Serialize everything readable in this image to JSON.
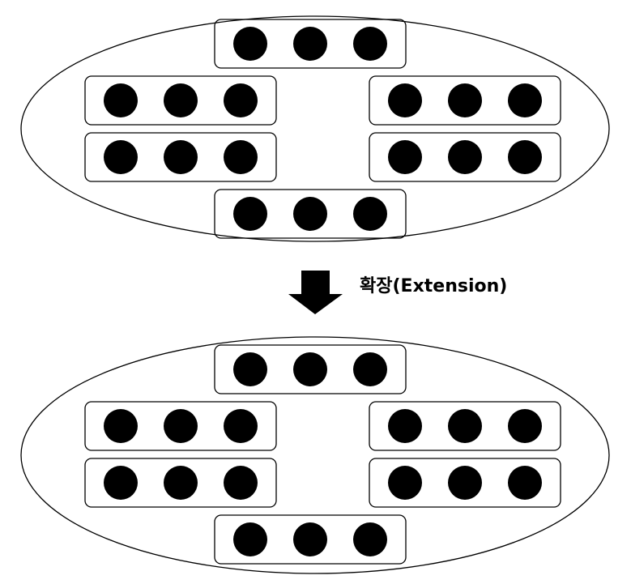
{
  "diagram": {
    "transition_label": "확장(Extension)",
    "groups_per_cluster": 6,
    "dots_per_group": 3,
    "clusters": [
      {
        "name": "cluster-before"
      },
      {
        "name": "cluster-after"
      }
    ],
    "colors": {
      "stroke": "#000000",
      "dot_fill": "#000000",
      "background": "#ffffff"
    }
  }
}
